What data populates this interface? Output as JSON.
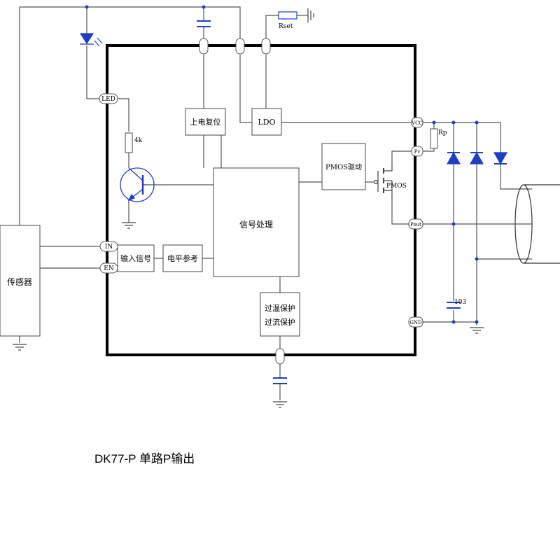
{
  "caption": "DK77-P 单路P输出",
  "blocks": {
    "power_reset": "上电复位",
    "ldo": "LDO",
    "signal_processing": "信号处理",
    "pmos_driver": "PMOS驱动",
    "input_signal": "输入信号",
    "level_reference": "电平参考",
    "protection_line1": "过温保护",
    "protection_line2": "过流保护",
    "sensor": "传感器"
  },
  "pins": {
    "led": "LED",
    "in": "IN",
    "en": "EN",
    "vcc": "VCC",
    "pv": "Pv",
    "pout": "Pout",
    "gnd": "GND"
  },
  "components": {
    "resistor_4k": "4k",
    "rset": "Rset",
    "rp": "Rp",
    "pmos": "PMOS",
    "cap_103": "103"
  },
  "colors": {
    "wire": "#555555",
    "chip_border": "#000000",
    "component": "#1f3fbf"
  }
}
